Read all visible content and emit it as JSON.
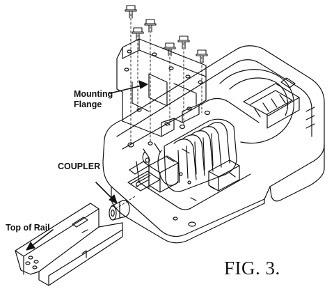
{
  "figure": {
    "caption": "FIG. 3.",
    "labels": {
      "mounting_flange_line1": "Mounting",
      "mounting_flange_line2": "Flange",
      "coupler": "COUPLER",
      "top_of_rail": "Top of Rail"
    }
  },
  "icons": {
    "bolt": "bolt-icon",
    "arrow": "arrow-pointer-icon"
  }
}
